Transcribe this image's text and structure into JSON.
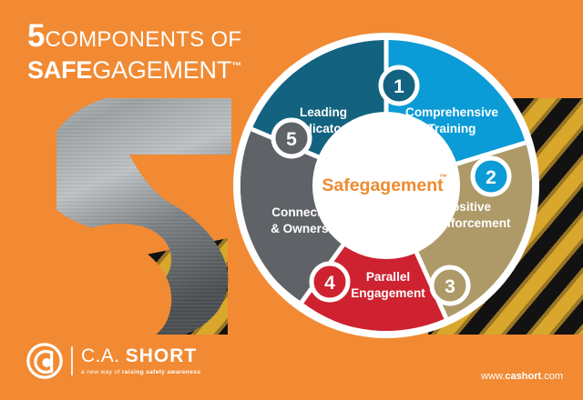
{
  "headline": {
    "number": "5",
    "line1_rest": "COMPONENTS OF",
    "line2_bold": "SAFE",
    "line2_light": "GAGEMENT",
    "trademark": "™"
  },
  "wheel": {
    "center_label": "Safegagement",
    "center_trademark": "™",
    "segments": [
      {
        "number": "1",
        "label_line1": "Leading",
        "label_line2": "Indicators",
        "color": "#13627F",
        "name": "leading-indicators"
      },
      {
        "number": "2",
        "label_line1": "Comprehensive",
        "label_line2": "Training",
        "color": "#0B9BD6",
        "name": "comprehensive-training"
      },
      {
        "number": "3",
        "label_line1": "Positive",
        "label_line2": "Reinforcement",
        "color": "#AD9A68",
        "name": "positive-reinforcement"
      },
      {
        "number": "4",
        "label_line1": "Parallel",
        "label_line2": "Engagement",
        "color": "#CE2230",
        "name": "parallel-engagement"
      },
      {
        "number": "5",
        "label_line1": "Connectivity",
        "label_line2": "& Ownership",
        "color": "#5F6266",
        "name": "connectivity-ownership"
      }
    ]
  },
  "logo": {
    "name_light": "C.A.",
    "name_bold": "SHORT",
    "tagline_light": "a new way of",
    "tagline_bold": "raising safety awareness"
  },
  "footer": {
    "url_light_prefix": "www.",
    "url_bold": "cashort",
    "url_light_suffix": ".com"
  },
  "colors": {
    "background_orange": "#F18A33",
    "accent_orange": "#EE8B2F",
    "white": "#FFFFFF",
    "hazard_black": "#121212",
    "hazard_gold": "#D8A72B"
  }
}
